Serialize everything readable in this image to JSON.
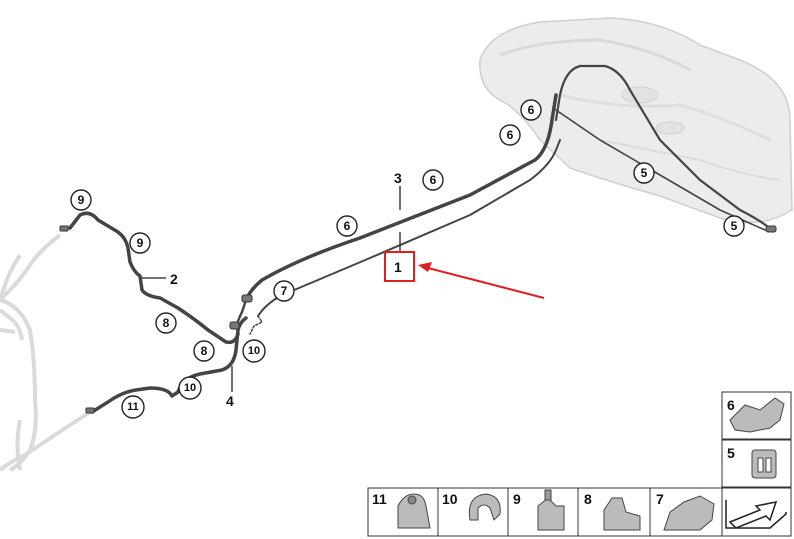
{
  "diagram": {
    "main_labels": [
      "3",
      "1",
      "2",
      "4"
    ],
    "callouts": [
      "6",
      "6",
      "6",
      "6",
      "5",
      "5",
      "7",
      "9",
      "9",
      "8",
      "8",
      "10",
      "10",
      "11"
    ],
    "parts_panel": {
      "bottom_row": [
        "11",
        "10",
        "9",
        "8",
        "7"
      ],
      "right_column": [
        "6",
        "5"
      ]
    },
    "highlight": {
      "label": "1",
      "box_color": "#e02020",
      "arrow_color": "#e02020"
    },
    "colors": {
      "pipe": "#444444",
      "tank": "#e8e8e8",
      "ghost": "#d8d8d8"
    }
  }
}
